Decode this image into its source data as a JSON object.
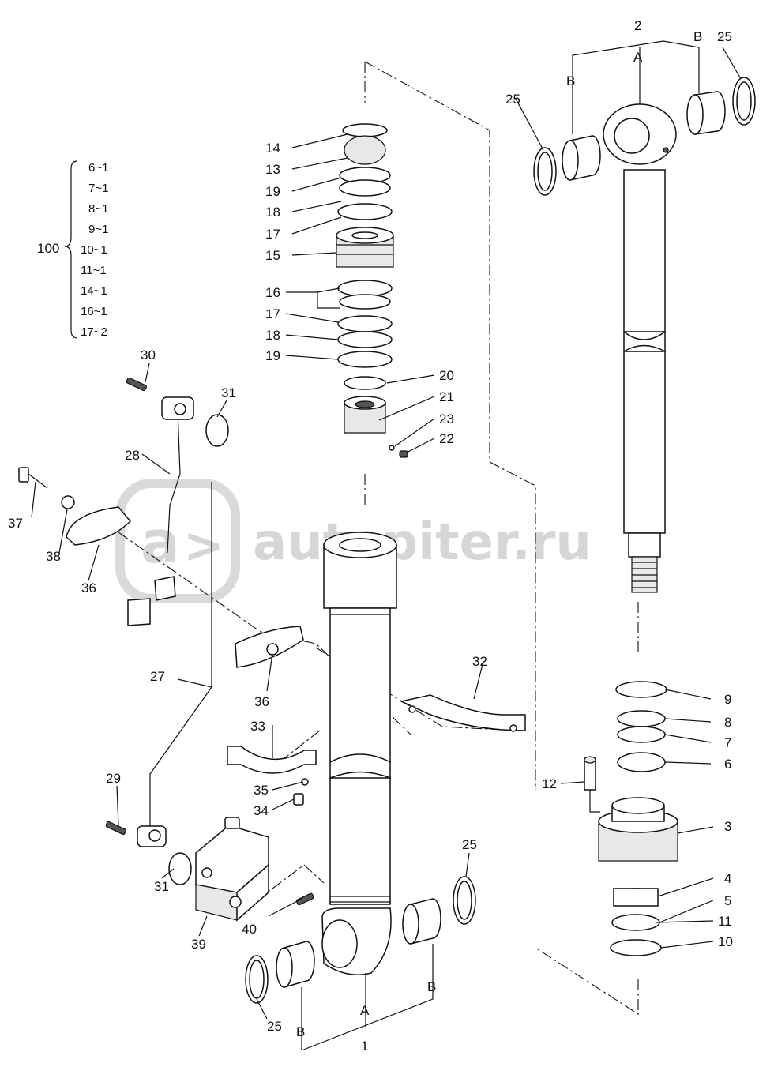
{
  "watermark": {
    "text": "autopiter.ru"
  },
  "kit": {
    "number": "100",
    "items": [
      "6~1",
      "7~1",
      "8~1",
      "9~1",
      "10~1",
      "11~1",
      "14~1",
      "16~1",
      "17~2"
    ]
  },
  "labels": {
    "l1": "1",
    "l2": "2",
    "l3": "3",
    "l4": "4",
    "l5": "5",
    "l6": "6",
    "l7": "7",
    "l8": "8",
    "l9": "9",
    "l10": "10",
    "l11": "11",
    "l12": "12",
    "l13": "13",
    "l14": "14",
    "l15": "15",
    "l16": "16",
    "l17a": "17",
    "l17b": "17",
    "l18a": "18",
    "l18b": "18",
    "l19a": "19",
    "l19b": "19",
    "l20": "20",
    "l21": "21",
    "l22": "22",
    "l23": "23",
    "l25a": "25",
    "l25b": "25",
    "l25c": "25",
    "l25d": "25",
    "l27": "27",
    "l28": "28",
    "l29": "29",
    "l30": "30",
    "l31a": "31",
    "l31b": "31",
    "l32": "32",
    "l33": "33",
    "l34": "34",
    "l35": "35",
    "l36a": "36",
    "l36b": "36",
    "l37": "37",
    "l38": "38",
    "l39": "39",
    "l40": "40",
    "rodA": "A",
    "rodB1": "B",
    "rodB2": "B",
    "tubeA": "A",
    "tubeB1": "B",
    "tubeB2": "B"
  }
}
